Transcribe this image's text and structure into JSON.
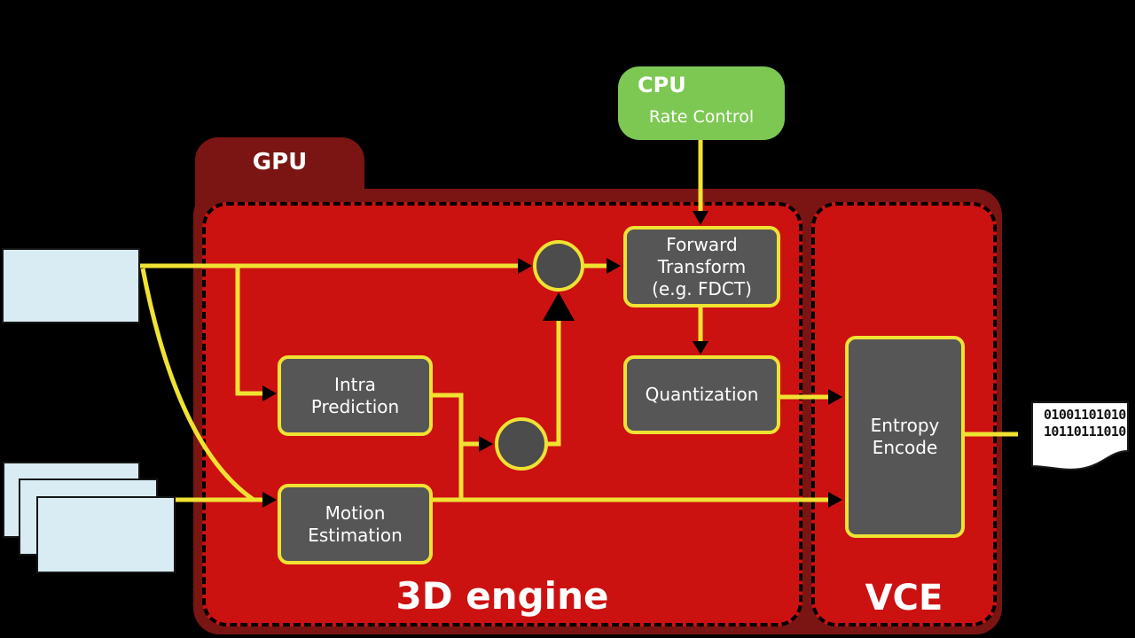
{
  "diagram": {
    "cpu": {
      "title": "CPU",
      "rate_control": "Rate Control"
    },
    "gpu": {
      "title": "GPU"
    },
    "regions": {
      "engine_3d": "3D engine",
      "vce": "VCE"
    },
    "blocks": {
      "forward_transform": {
        "lines": [
          "Forward",
          "Transform",
          "(e.g. FDCT)"
        ]
      },
      "quantization": {
        "lines": [
          "Quantization"
        ]
      },
      "intra_prediction": {
        "lines": [
          "Intra",
          "Prediction"
        ]
      },
      "motion_estimation": {
        "lines": [
          "Motion",
          "Estimation"
        ]
      },
      "entropy_encode": {
        "lines": [
          "Entropy",
          "Encode"
        ]
      }
    },
    "output_bitstream": {
      "lines": [
        "01001101010",
        "10110111010"
      ]
    }
  },
  "colors": {
    "background": "#000000",
    "gpu_dark_red": "#7A1513",
    "engine_red": "#CC1111",
    "block_gray": "#565656",
    "circle_gray": "#4C4C4C",
    "accent_yellow": "#F0E232",
    "cpu_green": "#7DC853",
    "frame_blue": "#D9ECF4",
    "text_white": "#FFFFFF",
    "arrow_black": "#000000",
    "paper_white": "#FFFFFF",
    "bit_text": "#111111"
  }
}
